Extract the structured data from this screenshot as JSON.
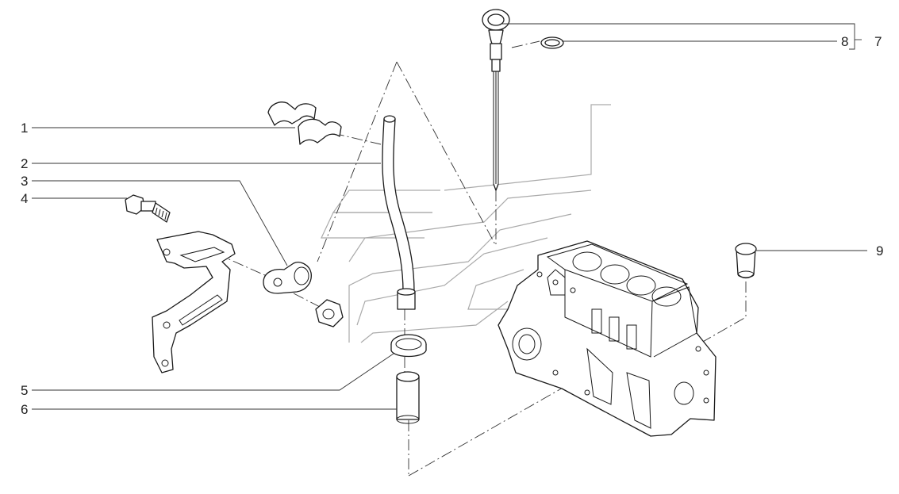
{
  "callouts": {
    "c1": "1",
    "c2": "2",
    "c3": "3",
    "c4": "4",
    "c5": "5",
    "c6": "6",
    "c7": "7",
    "c8": "8",
    "c9": "9"
  },
  "colors": {
    "line": "#1a1a1a",
    "symbol": "#aaaaaa",
    "background": "#ffffff"
  }
}
